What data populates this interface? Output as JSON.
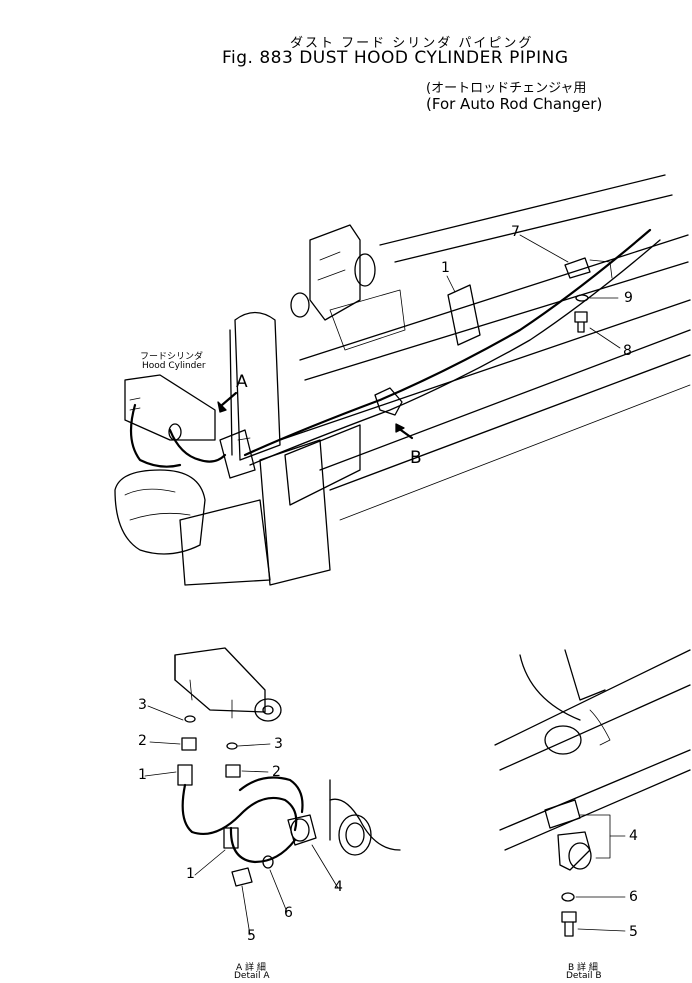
{
  "title": {
    "japanese": "ダスト フード シリンダ パイピング",
    "english": "Fig. 883  DUST  HOOD  CYLINDER  PIPING"
  },
  "subtitle": {
    "japanese": "(オートロッドチェンジャ用",
    "english": "(For  Auto  Rod  Changer)"
  },
  "labels": {
    "hood_cylinder_jp": "フードシリンダ",
    "hood_cylinder_en": "Hood Cylinder",
    "view_a": "A",
    "view_b": "B",
    "detail_a_jp": "A 詳 細",
    "detail_a_en": "Detail A",
    "detail_b_jp": "B 詳 細",
    "detail_b_en": "Detail B"
  },
  "callouts": {
    "main": [
      "1",
      "7",
      "9",
      "8"
    ],
    "detail_a": [
      "3",
      "2",
      "3",
      "1",
      "2",
      "1",
      "4",
      "6",
      "5"
    ],
    "detail_b": [
      "4",
      "6",
      "5"
    ]
  }
}
